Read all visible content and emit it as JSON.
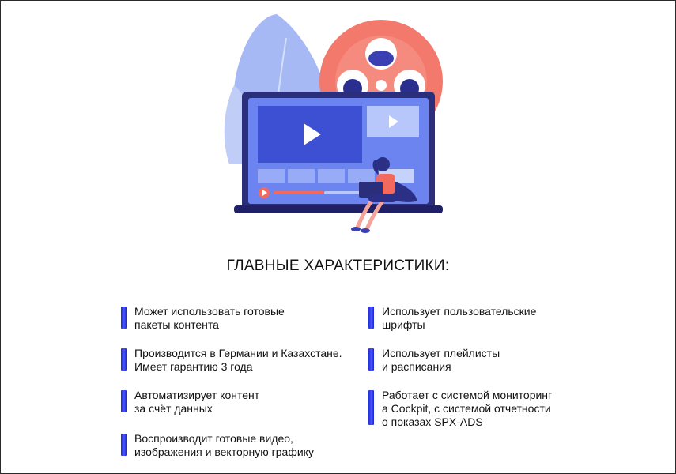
{
  "title": "ГЛАВНЫЕ ХАРАКТЕРИСТИКИ:",
  "accent_color": "#2b36e8",
  "features_left": [
    {
      "text": "Может использовать готовые\nпакеты контента"
    },
    {
      "text": "Производится в Германии и Казахстане.\nИмеет гарантию 3 года"
    },
    {
      "text": "Автоматизирует контент\nза счёт данных"
    },
    {
      "text": "Воспроизводит готовые видео,\nизображения и векторную графику"
    }
  ],
  "features_right": [
    {
      "text": "Использует пользовательские\nшрифты"
    },
    {
      "text": "Использует плейлисты\nи расписания"
    },
    {
      "text": "Работает с системой мониторинг\na Cockpit, с системой отчетности\nо показах SPX-ADS"
    }
  ],
  "illustration": {
    "icons": [
      "video-player-icon",
      "film-reel-icon",
      "play-icon",
      "woman-with-laptop-icon"
    ]
  }
}
